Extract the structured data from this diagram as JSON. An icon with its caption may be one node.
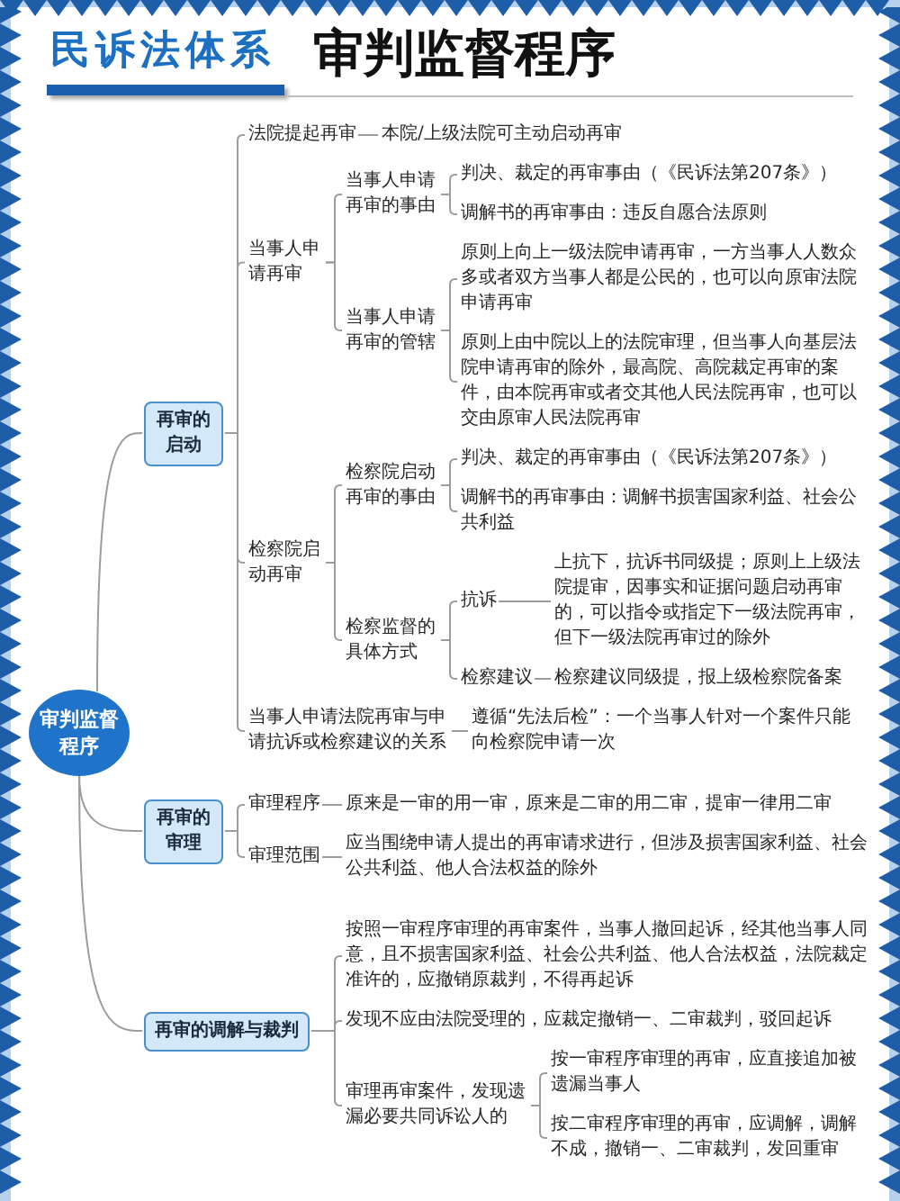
{
  "diagram": {
    "title": "审判监督程序",
    "nodes": [
      {
        "text": [
          "审判监督程序"
        ]
      },
      {
        "text": [
          "再审的启动"
        ]
      },
      {
        "text": [
          "法院提起再审"
        ]
      },
      {
        "text": [
          "本院/上级法院可主动启动再审"
        ]
      },
      {
        "text": [
          "当事人申请再审"
        ]
      },
      {
        "text": [
          "当事人申请再审的事由"
        ]
      },
      {
        "text": [
          "判决、裁定的再审事由（《民诉法第207条》）"
        ]
      },
      {
        "text": [
          "调解书的再审事由：违反自愿合法原则"
        ]
      },
      {
        "text": [
          "当事人申请再审的管辖"
        ]
      },
      {
        "text": [
          "原则上向上一级法院申请再审，一方当事人人数众多或者双方当事人都是公民的，也可以向原审法院申请再审"
        ]
      },
      {
        "text": [
          "原则上由中院以上的法院审理，但当事人向基层法院申请再审的除外，最高院、高院裁定再审的案件，由本院再审或者交其他人民法院再审，也可以交由原审人民法院再审"
        ]
      },
      {
        "text": [
          "检察院启动再审"
        ]
      },
      {
        "text": [
          "检察院启动再审的事由"
        ]
      },
      {
        "text": [
          "判决、裁定的再审事由（《民诉法第207条》）"
        ]
      },
      {
        "text": [
          "调解书的再审事由：调解书损害国家利益、社会公共利益"
        ]
      },
      {
        "text": [
          "检察监督的具体方式"
        ]
      },
      {
        "text": [
          "抗诉"
        ]
      },
      {
        "text": [
          "上抗下，抗诉书同级提；原则上上级法院提审，因事实和证据问题启动再审的，可以指令或指定下一级法院再审，但下一级法院再审过的除外"
        ]
      },
      {
        "text": [
          "检察建议"
        ]
      },
      {
        "text": [
          "检察建议同级提，报上级检察院备案"
        ]
      },
      {
        "text": [
          "当事人申请法院再审与申请抗诉或检察建议的关系"
        ]
      },
      {
        "text": [
          "遵循“先法后检”：一个当事人针对一个案件只能向检察院申请一次"
        ]
      },
      {
        "text": [
          "再审的审理"
        ]
      },
      {
        "text": [
          "审理程序"
        ]
      },
      {
        "text": [
          "原来是一审的用一审，原来是二审的用二审，提审一律用二审"
        ]
      },
      {
        "text": [
          "审理范围"
        ]
      },
      {
        "text": [
          "应当围绕申请人提出的再审请求进行，但涉及损害国家利益、社会公共利益、他人合法权益的除外"
        ]
      },
      {
        "text": [
          "再审的调解与裁判"
        ]
      },
      {
        "text": [
          "按照一审程序审理的再审案件，当事人撤回起诉，经其他当事人同意，且不损害国家利益、社会公共利益、他人合法权益，法院裁定准许的，应撤销原裁判，不得再起诉"
        ]
      },
      {
        "text": [
          "发现不应由法院受理的，应裁定撤销一、二审裁判，驳回起诉"
        ]
      },
      {
        "text": [
          "审理再审案件，发现遗漏必要共同诉讼人的"
        ]
      },
      {
        "text": [
          "按一审程序审理的再审，应直接追加被遗漏当事人"
        ]
      },
      {
        "text": [
          "按二审程序审理的再审，应调解，调解不成，撤销一、二审裁判，发回重审"
        ]
      }
    ],
    "edges": [
      {
        "from": 0,
        "to": 1,
        "arrow": "none"
      },
      {
        "from": 0,
        "to": 22,
        "arrow": "none"
      },
      {
        "from": 0,
        "to": 27,
        "arrow": "none"
      },
      {
        "from": 1,
        "to": 2,
        "arrow": "none"
      },
      {
        "from": 2,
        "to": 3,
        "arrow": "none"
      },
      {
        "from": 1,
        "to": 4,
        "arrow": "none"
      },
      {
        "from": 4,
        "to": 5,
        "arrow": "none"
      },
      {
        "from": 5,
        "to": 6,
        "arrow": "none"
      },
      {
        "from": 5,
        "to": 7,
        "arrow": "none"
      },
      {
        "from": 4,
        "to": 8,
        "arrow": "none"
      },
      {
        "from": 8,
        "to": 9,
        "arrow": "none"
      },
      {
        "from": 8,
        "to": 10,
        "arrow": "none"
      },
      {
        "from": 1,
        "to": 11,
        "arrow": "none"
      },
      {
        "from": 11,
        "to": 12,
        "arrow": "none"
      },
      {
        "from": 12,
        "to": 13,
        "arrow": "none"
      },
      {
        "from": 12,
        "to": 14,
        "arrow": "none"
      },
      {
        "from": 11,
        "to": 15,
        "arrow": "none"
      },
      {
        "from": 15,
        "to": 16,
        "arrow": "none"
      },
      {
        "from": 16,
        "to": 17,
        "arrow": "none"
      },
      {
        "from": 15,
        "to": 18,
        "arrow": "none"
      },
      {
        "from": 18,
        "to": 19,
        "arrow": "none"
      },
      {
        "from": 1,
        "to": 20,
        "arrow": "none"
      },
      {
        "from": 20,
        "to": 21,
        "arrow": "none"
      },
      {
        "from": 22,
        "to": 23,
        "arrow": "none"
      },
      {
        "from": 23,
        "to": 24,
        "arrow": "none"
      },
      {
        "from": 22,
        "to": 25,
        "arrow": "none"
      },
      {
        "from": 25,
        "to": 26,
        "arrow": "none"
      },
      {
        "from": 27,
        "to": 28,
        "arrow": "none"
      },
      {
        "from": 27,
        "to": 29,
        "arrow": "none"
      },
      {
        "from": 27,
        "to": 30,
        "arrow": "none"
      },
      {
        "from": 30,
        "to": 31,
        "arrow": "none"
      },
      {
        "from": 30,
        "to": 32,
        "arrow": "none"
      }
    ],
    "labels": [
      "民诉法体系"
    ]
  }
}
